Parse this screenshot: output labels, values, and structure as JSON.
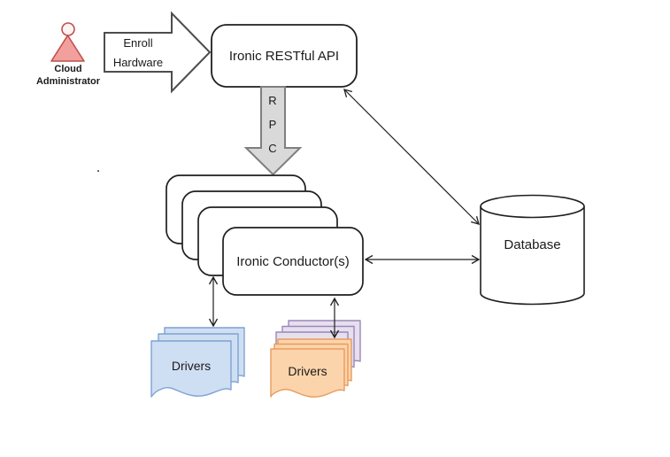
{
  "diagram": {
    "actor": {
      "line1": "Cloud",
      "line2": "Administrator"
    },
    "enroll_arrow": {
      "line1": "Enroll",
      "line2": "Hardware"
    },
    "api_box": {
      "label": "Ironic RESTful API"
    },
    "rpc": {
      "letters": [
        "R",
        "P",
        "C"
      ]
    },
    "conductors": {
      "label": "Ironic Conductor(s)",
      "stack_count": 4
    },
    "database": {
      "label": "Database"
    },
    "drivers_left": {
      "label": "Drivers"
    },
    "drivers_right": {
      "label": "Drivers"
    },
    "stray_mark": ".",
    "colors": {
      "canvas_bg": "#ffffff",
      "line": "#1f1f1f",
      "shape_fill": "#ffffff",
      "block_arrow_border": "#4d4d4d",
      "rpc_fill": "#d9d9d9",
      "rpc_border": "#7f7f7f",
      "person_fill": "#f2a09d",
      "person_head_fill": "#fdf3f2",
      "person_border": "#c0504d",
      "doc_blue_fill": "#cfdff3",
      "doc_blue_border": "#7da2d2",
      "doc_orange_fill": "#fcd4ab",
      "doc_orange_border": "#e89b5e",
      "doc_purple_fill": "#e6e0ed",
      "doc_purple_border": "#9e86bd"
    }
  }
}
